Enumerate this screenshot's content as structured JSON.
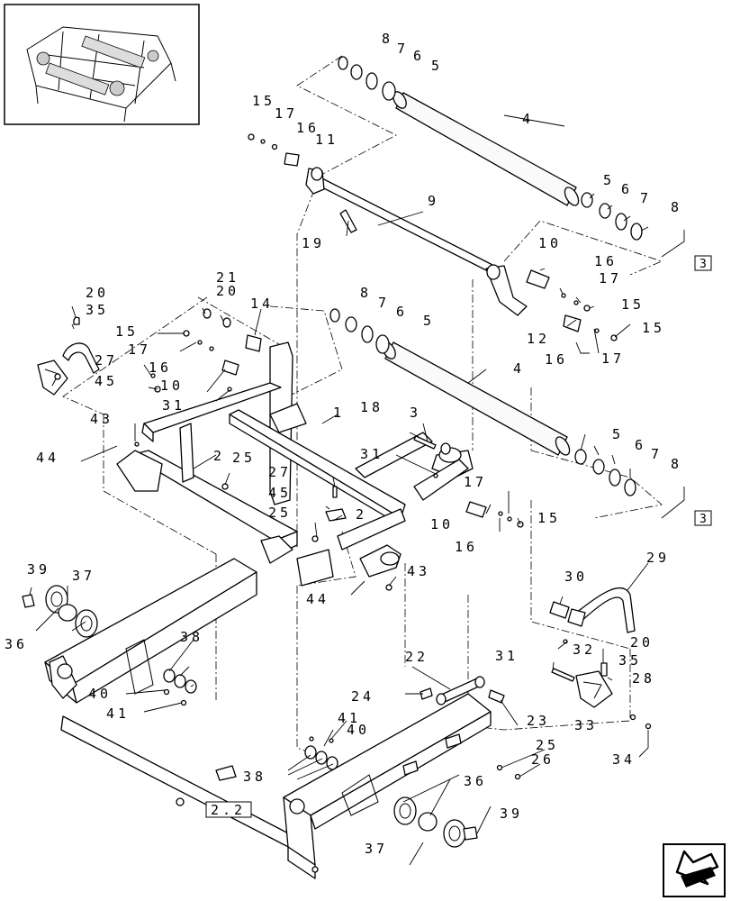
{
  "callouts": [
    {
      "id": "c8a",
      "text": "8"
    },
    {
      "id": "c7a",
      "text": "7"
    },
    {
      "id": "c6a",
      "text": "6"
    },
    {
      "id": "c5a",
      "text": "5"
    },
    {
      "id": "c4a",
      "text": "4"
    },
    {
      "id": "c15a",
      "text": "15"
    },
    {
      "id": "c17a",
      "text": "17"
    },
    {
      "id": "c16a",
      "text": "16"
    },
    {
      "id": "c11",
      "text": "11"
    },
    {
      "id": "c9",
      "text": "9"
    },
    {
      "id": "c5b",
      "text": "5"
    },
    {
      "id": "c6b",
      "text": "6"
    },
    {
      "id": "c7b",
      "text": "7"
    },
    {
      "id": "c8b",
      "text": "8"
    },
    {
      "id": "c19",
      "text": "19"
    },
    {
      "id": "c10a",
      "text": "10"
    },
    {
      "id": "c16b",
      "text": "16"
    },
    {
      "id": "c17b",
      "text": "17"
    },
    {
      "id": "c15b",
      "text": "15"
    },
    {
      "id": "c12",
      "text": "12"
    },
    {
      "id": "c15c",
      "text": "15"
    },
    {
      "id": "c16c",
      "text": "16"
    },
    {
      "id": "c17c",
      "text": "17"
    },
    {
      "id": "c21",
      "text": "21"
    },
    {
      "id": "c20a",
      "text": "20"
    },
    {
      "id": "c14",
      "text": "14"
    },
    {
      "id": "c20b",
      "text": "20"
    },
    {
      "id": "c35a",
      "text": "35"
    },
    {
      "id": "c15d",
      "text": "15"
    },
    {
      "id": "c17d",
      "text": "17"
    },
    {
      "id": "c16d",
      "text": "16"
    },
    {
      "id": "c27a",
      "text": "27"
    },
    {
      "id": "c45a",
      "text": "45"
    },
    {
      "id": "c10b",
      "text": "10"
    },
    {
      "id": "c31a",
      "text": "31"
    },
    {
      "id": "c8c",
      "text": "8"
    },
    {
      "id": "c7c",
      "text": "7"
    },
    {
      "id": "c6c",
      "text": "6"
    },
    {
      "id": "c5c",
      "text": "5"
    },
    {
      "id": "c4b",
      "text": "4"
    },
    {
      "id": "c1",
      "text": "1"
    },
    {
      "id": "c18",
      "text": "18"
    },
    {
      "id": "c3",
      "text": "3"
    },
    {
      "id": "c43a",
      "text": "43"
    },
    {
      "id": "c44a",
      "text": "44"
    },
    {
      "id": "c31b",
      "text": "31"
    },
    {
      "id": "c2a",
      "text": "2"
    },
    {
      "id": "c25a",
      "text": "25"
    },
    {
      "id": "c27b",
      "text": "27"
    },
    {
      "id": "c45b",
      "text": "45"
    },
    {
      "id": "c25b",
      "text": "25"
    },
    {
      "id": "c2b",
      "text": "2"
    },
    {
      "id": "c5d",
      "text": "5"
    },
    {
      "id": "c6d",
      "text": "6"
    },
    {
      "id": "c7d",
      "text": "7"
    },
    {
      "id": "c8d",
      "text": "8"
    },
    {
      "id": "c17e",
      "text": "17"
    },
    {
      "id": "c10c",
      "text": "10"
    },
    {
      "id": "c15e",
      "text": "15"
    },
    {
      "id": "c16e",
      "text": "16"
    },
    {
      "id": "c43b",
      "text": "43"
    },
    {
      "id": "c44b",
      "text": "44"
    },
    {
      "id": "c39a",
      "text": "39"
    },
    {
      "id": "c37a",
      "text": "37"
    },
    {
      "id": "c36a",
      "text": "36"
    },
    {
      "id": "c38a",
      "text": "38"
    },
    {
      "id": "c40a",
      "text": "40"
    },
    {
      "id": "c41a",
      "text": "41"
    },
    {
      "id": "c30",
      "text": "30"
    },
    {
      "id": "c29",
      "text": "29"
    },
    {
      "id": "c22",
      "text": "22"
    },
    {
      "id": "c31c",
      "text": "31"
    },
    {
      "id": "c32",
      "text": "32"
    },
    {
      "id": "c20c",
      "text": "20"
    },
    {
      "id": "c35b",
      "text": "35"
    },
    {
      "id": "c28",
      "text": "28"
    },
    {
      "id": "c24",
      "text": "24"
    },
    {
      "id": "c23",
      "text": "23"
    },
    {
      "id": "c33",
      "text": "33"
    },
    {
      "id": "c41b",
      "text": "41"
    },
    {
      "id": "c40b",
      "text": "40"
    },
    {
      "id": "c25c",
      "text": "25"
    },
    {
      "id": "c26",
      "text": "26"
    },
    {
      "id": "c34",
      "text": "34"
    },
    {
      "id": "c38b",
      "text": "38"
    },
    {
      "id": "c36b",
      "text": "36"
    },
    {
      "id": "c39b",
      "text": "39"
    },
    {
      "id": "c37b",
      "text": "37"
    }
  ],
  "refs": {
    "ref_top": "3",
    "ref_bottom": "3",
    "ref_page": "2.2"
  }
}
